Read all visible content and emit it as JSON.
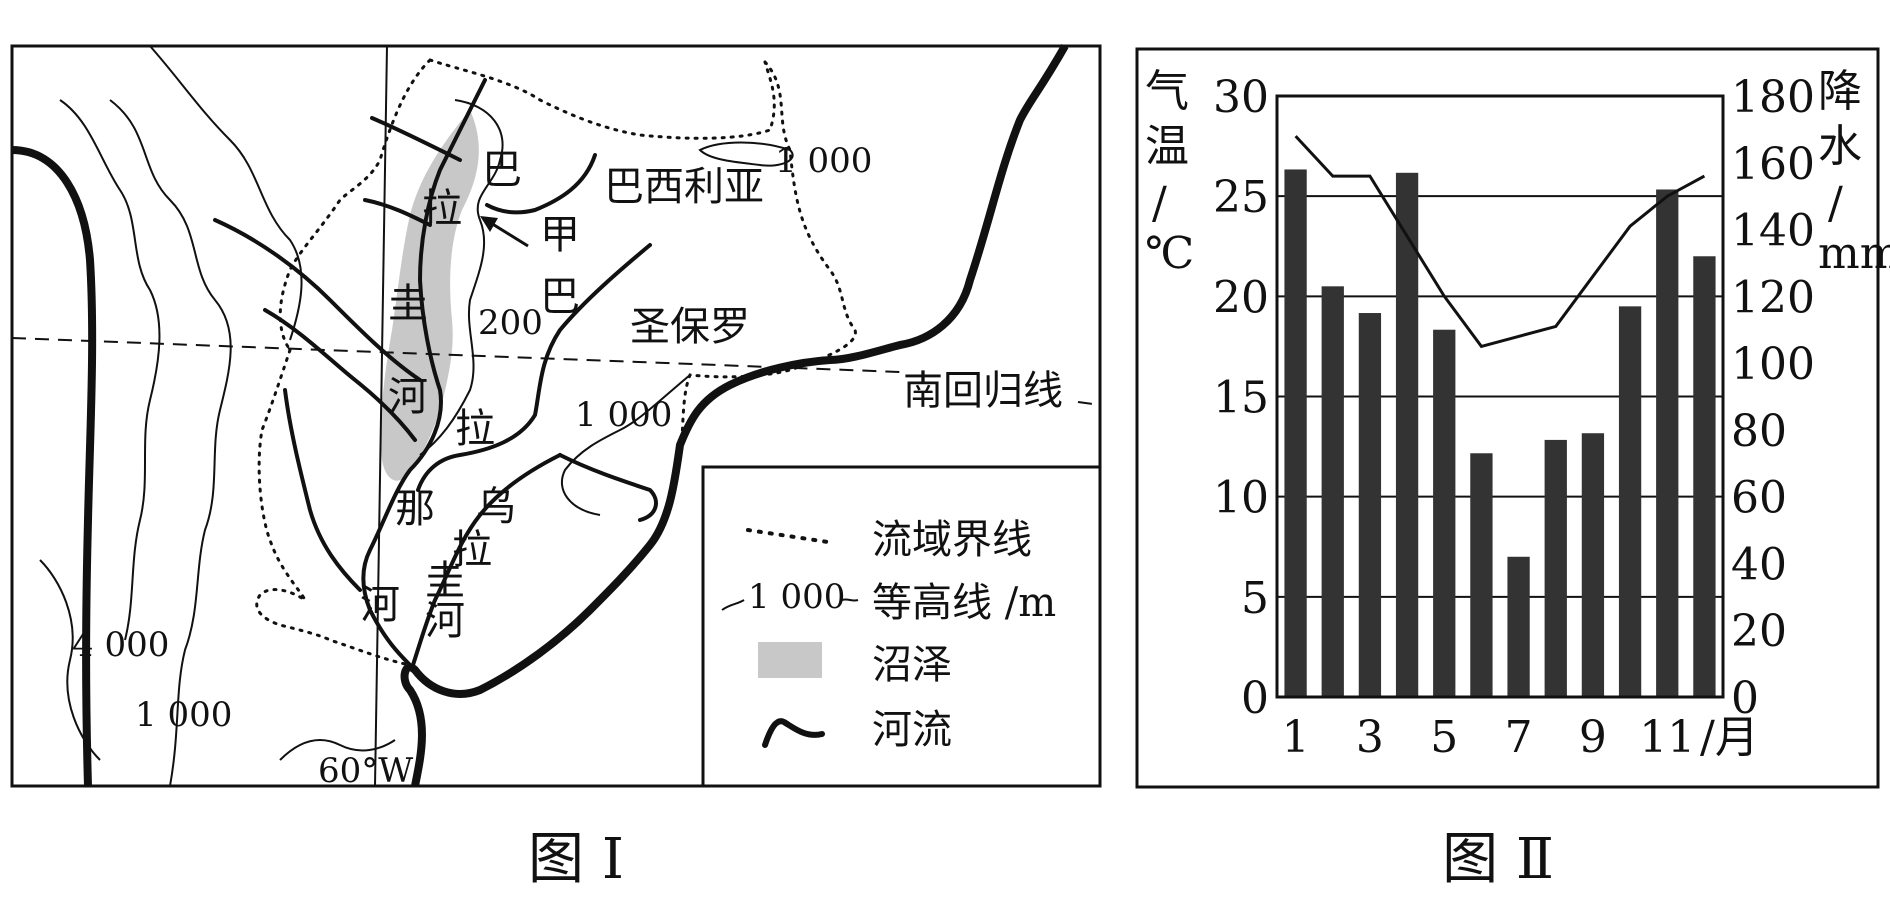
{
  "map": {
    "caption": "图 Ⅰ",
    "labels": {
      "paraguay_river_1": "巴",
      "paraguay_river_2": "拉",
      "paraguay_river_3": "圭",
      "paraguay_river_4": "河",
      "jia": "甲",
      "parana_1": "巴",
      "parana_2": "拉",
      "parana_3": "那",
      "parana_4": "河",
      "uruguay_1": "乌",
      "uruguay_2": "拉",
      "uruguay_3": "圭",
      "uruguay_4": "河",
      "brasilia": "巴西利亚",
      "sao_paulo": "圣保罗",
      "tropic": "南回归线",
      "contour_1000_ne": "1 000",
      "contour_200": "200",
      "contour_1000_center": "1 000",
      "contour_4000": "4 000",
      "contour_1000_sw": "1 000",
      "meridian": "60°W"
    },
    "legend": [
      {
        "symbol": "dotted-line",
        "label": "流域界线"
      },
      {
        "symbol": "contour-line",
        "label": "等高线 /m",
        "sample": "1 000"
      },
      {
        "symbol": "gray-fill",
        "label": "沼泽"
      },
      {
        "symbol": "thick-line",
        "label": "河流"
      }
    ]
  },
  "chart": {
    "caption": "图 Ⅱ",
    "left_axis_title": [
      "气",
      "温",
      "/",
      "℃"
    ],
    "right_axis_title": [
      "降",
      "水",
      "/",
      "mm"
    ],
    "month_unit": "/月",
    "colors": {
      "bar": "#333333",
      "line": "#111111"
    }
  },
  "chart_data": {
    "type": "bar",
    "categories": [
      1,
      2,
      3,
      4,
      5,
      6,
      7,
      8,
      9,
      10,
      11,
      12
    ],
    "x_tick_labels": [
      "1",
      "3",
      "5",
      "7",
      "9",
      "11"
    ],
    "x_tick_months": [
      1,
      3,
      5,
      7,
      9,
      11
    ],
    "series": [
      {
        "axis": "right",
        "type": "bar",
        "values": [
          158,
          123,
          115,
          157,
          110,
          73,
          42,
          77,
          79,
          117,
          152,
          132
        ]
      },
      {
        "axis": "left",
        "type": "line",
        "values": [
          28,
          26,
          26,
          23,
          20,
          17.5,
          18,
          18.5,
          21,
          23.5,
          25,
          26
        ]
      }
    ],
    "left_axis": {
      "min": 0,
      "max": 30,
      "ticks": [
        0,
        5,
        10,
        15,
        20,
        25,
        30
      ]
    },
    "right_axis": {
      "min": 0,
      "max": 180,
      "ticks": [
        0,
        20,
        40,
        60,
        80,
        100,
        120,
        140,
        160,
        180
      ]
    },
    "grid": "horizontal"
  }
}
